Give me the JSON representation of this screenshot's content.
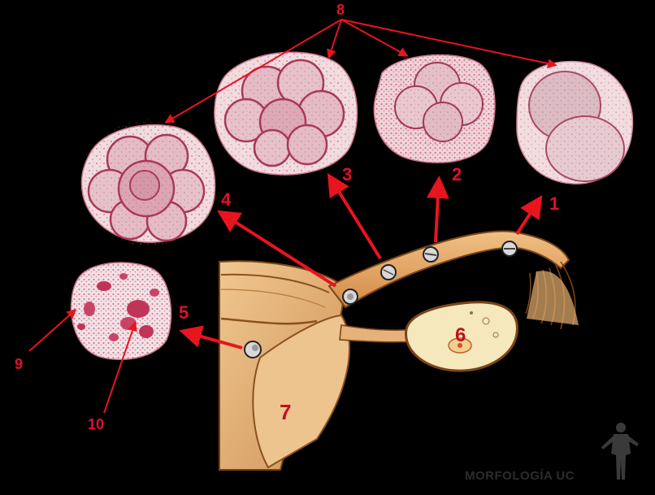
{
  "diagram": {
    "labels": {
      "n1": "1",
      "n2": "2",
      "n3": "3",
      "n4": "4",
      "n5": "5",
      "n6": "6",
      "n7": "7",
      "n8": "8",
      "n9": "9",
      "n10": "10"
    },
    "watermark": "MORFOLOGÍA UC"
  },
  "colors": {
    "background": "#000000",
    "arrow": "#e8141e",
    "label": "#e0102a",
    "cell_fill": "#f1dde0",
    "cell_stain": "#c0405a",
    "tissue": "#e3a868",
    "tissue_dark": "#a8682e",
    "ovary": "#f2e6b8"
  }
}
